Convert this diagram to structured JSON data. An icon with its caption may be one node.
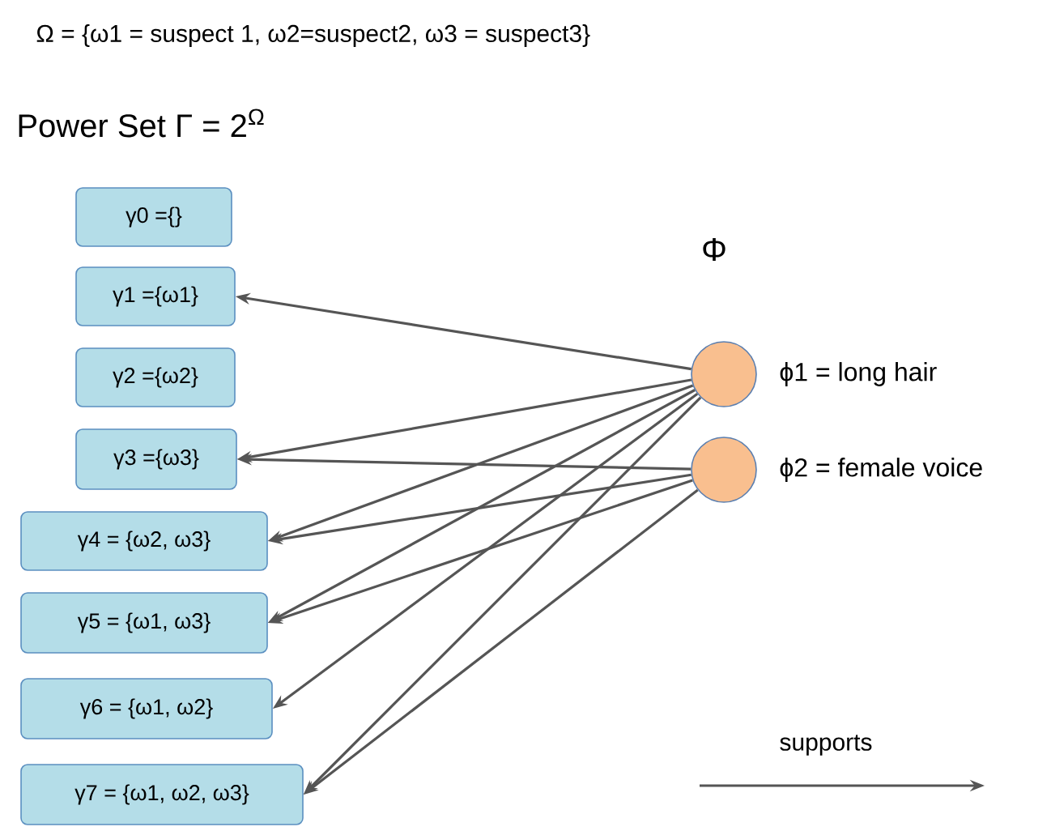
{
  "diagram": {
    "nodes": [
      {
        "text": [
          "γ0 ={}"
        ]
      },
      {
        "text": [
          "γ1 ={ω1}"
        ]
      },
      {
        "text": [
          "γ2 ={ω2}"
        ]
      },
      {
        "text": [
          "γ3 ={ω3}"
        ]
      },
      {
        "text": [
          "γ4 = {ω2, ω3}"
        ]
      },
      {
        "text": [
          "γ5 = {ω1, ω3}"
        ]
      },
      {
        "text": [
          "γ6 = {ω1, ω2}"
        ]
      },
      {
        "text": [
          "γ7 = {ω1, ω2, ω3}"
        ]
      },
      {
        "text": [],
        "shape": "circle",
        "beside": [
          "ϕ1 = long hair"
        ]
      },
      {
        "text": [],
        "shape": "circle",
        "beside": [
          "ϕ2 = female voice"
        ]
      }
    ],
    "edges": [
      {
        "from": 8,
        "to": 1,
        "arrow": "to"
      },
      {
        "from": 8,
        "to": 3,
        "arrow": "to"
      },
      {
        "from": 9,
        "to": 3,
        "arrow": "to"
      },
      {
        "from": 8,
        "to": 4,
        "arrow": "to"
      },
      {
        "from": 9,
        "to": 4,
        "arrow": "to"
      },
      {
        "from": 8,
        "to": 5,
        "arrow": "to"
      },
      {
        "from": 9,
        "to": 5,
        "arrow": "to"
      },
      {
        "from": 8,
        "to": 6,
        "arrow": "to"
      },
      {
        "from": 8,
        "to": 7,
        "arrow": "to"
      },
      {
        "from": 9,
        "to": 7,
        "arrow": "to"
      }
    ],
    "labels": [
      "Ω = {ω1 = suspect 1, ω2=suspect2, ω3 = suspect3}",
      "Power Set Γ = 2$^{Ω}$",
      "Φ"
    ],
    "legend": [
      {
        "text": "supports"
      }
    ]
  }
}
